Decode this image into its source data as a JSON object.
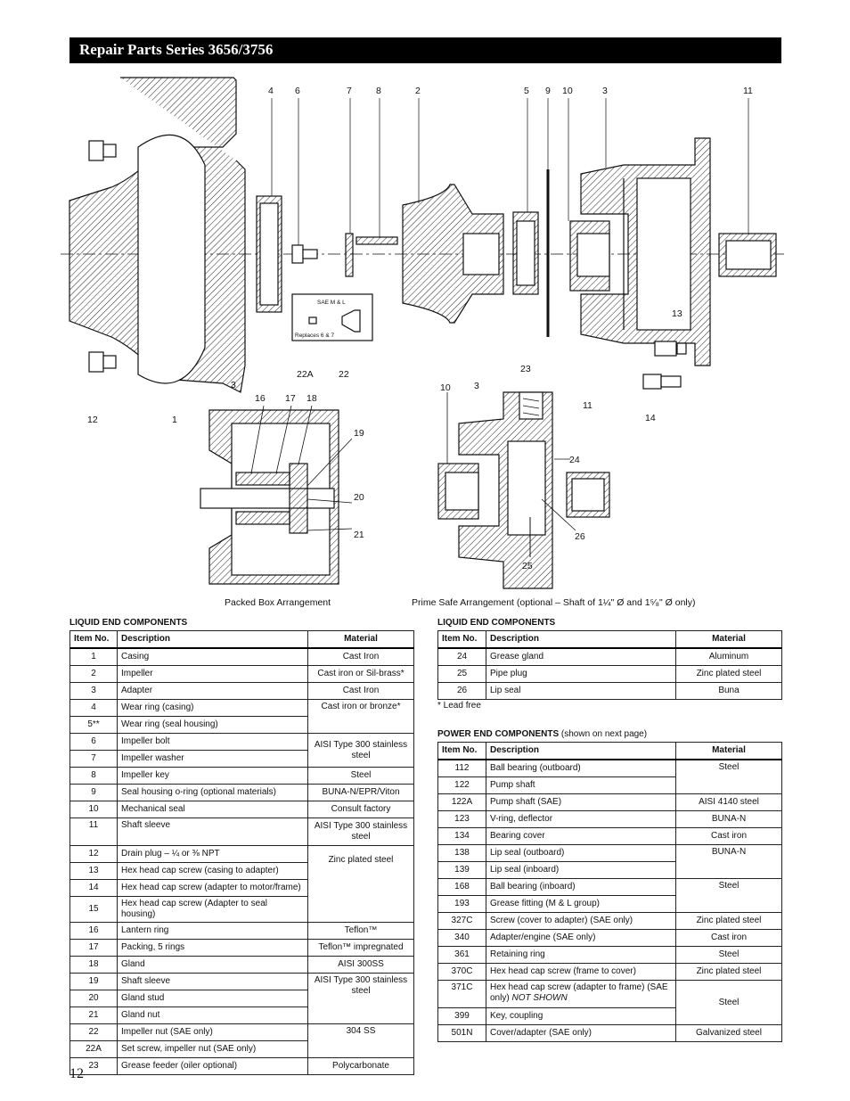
{
  "header": {
    "title": "Repair Parts Series 3656/3756"
  },
  "figure": {
    "callouts_top": [
      "4",
      "6",
      "7",
      "8",
      "2",
      "5",
      "9",
      "10",
      "3",
      "11"
    ],
    "callouts_main": [
      "13",
      "14",
      "22A",
      "22",
      "12",
      "1",
      "3",
      "SAE M & L",
      "Replaces 6 & 7"
    ],
    "callouts_packed": [
      "16",
      "17",
      "18",
      "19",
      "20",
      "21"
    ],
    "callouts_prime": [
      "10",
      "3",
      "23",
      "11",
      "24",
      "26",
      "25"
    ],
    "caption_packed": "Packed Box Arrangement",
    "caption_prime": "Prime Safe Arrangement (optional – Shaft of 1¼\" Ø and 1⁵⁄₈\" Ø only)"
  },
  "liquid_table_1": {
    "section_title": "LIQUID END COMPONENTS",
    "headers": [
      "Item No.",
      "Description",
      "Material"
    ],
    "rows": [
      {
        "item": "1",
        "desc": "Casing",
        "material": "Cast Iron"
      },
      {
        "item": "2",
        "desc": "Impeller",
        "material": "Cast iron or Sil-brass*"
      },
      {
        "item": "3",
        "desc": "Adapter",
        "material": "Cast Iron"
      },
      {
        "item": "4",
        "desc": "Wear ring (casing)",
        "material": "Cast iron or bronze*"
      },
      {
        "item": "5**",
        "desc": "Wear ring (seal housing)",
        "material": ""
      },
      {
        "item": "6",
        "desc": "Impeller bolt",
        "material": "AISI Type 300 stainless steel"
      },
      {
        "item": "7",
        "desc": "Impeller washer",
        "material": ""
      },
      {
        "item": "8",
        "desc": "Impeller key",
        "material": "Steel"
      },
      {
        "item": "9",
        "desc": "Seal housing o-ring (optional materials)",
        "material": "BUNA-N/EPR/Viton"
      },
      {
        "item": "10",
        "desc": "Mechanical seal",
        "material": "Consult factory"
      },
      {
        "item": "11",
        "desc": "Shaft sleeve",
        "material": "AISI Type 300 stainless steel"
      },
      {
        "item": "12",
        "desc": "Drain plug – ¼ or ⅜ NPT",
        "material": "Zinc plated steel"
      },
      {
        "item": "13",
        "desc": "Hex head cap screw (casing to adapter)",
        "material": ""
      },
      {
        "item": "14",
        "desc": "Hex head cap screw (adapter to motor/frame)",
        "material": ""
      },
      {
        "item": "15",
        "desc": "Hex head cap screw (Adapter to seal housing)",
        "material": ""
      },
      {
        "item": "16",
        "desc": "Lantern ring",
        "material": "Teflon™"
      },
      {
        "item": "17",
        "desc": "Packing, 5 rings",
        "material": "Teflon™ impregnated"
      },
      {
        "item": "18",
        "desc": "Gland",
        "material": "AISI 300SS"
      },
      {
        "item": "19",
        "desc": "Shaft sleeve",
        "material": "AISI Type 300 stainless steel"
      },
      {
        "item": "20",
        "desc": "Gland stud",
        "material": ""
      },
      {
        "item": "21",
        "desc": "Gland nut",
        "material": ""
      },
      {
        "item": "22",
        "desc": "Impeller nut (SAE only)",
        "material": "304 SS"
      },
      {
        "item": "22A",
        "desc": "Set screw, impeller nut (SAE only)",
        "material": ""
      },
      {
        "item": "23",
        "desc": "Grease feeder (oiler optional)",
        "material": "Polycarbonate"
      }
    ]
  },
  "liquid_table_2": {
    "section_title": "LIQUID END COMPONENTS",
    "headers": [
      "Item No.",
      "Description",
      "Material"
    ],
    "rows": [
      {
        "item": "24",
        "desc": "Grease gland",
        "material": "Aluminum"
      },
      {
        "item": "25",
        "desc": "Pipe plug",
        "material": "Zinc plated steel"
      },
      {
        "item": "26",
        "desc": "Lip seal",
        "material": "Buna"
      }
    ],
    "footnote": "* Lead free"
  },
  "power_table": {
    "section_title": "POWER END COMPONENTS",
    "section_note": "(shown on next page)",
    "headers": [
      "Item No.",
      "Description",
      "Material"
    ],
    "rows": [
      {
        "item": "112",
        "desc": "Ball bearing (outboard)",
        "material": "Steel"
      },
      {
        "item": "122",
        "desc": "Pump shaft",
        "material": ""
      },
      {
        "item": "122A",
        "desc": "Pump shaft (SAE)",
        "material": "AISI 4140 steel"
      },
      {
        "item": "123",
        "desc": "V-ring, deflector",
        "material": "BUNA-N"
      },
      {
        "item": "134",
        "desc": "Bearing cover",
        "material": "Cast iron"
      },
      {
        "item": "138",
        "desc": "Lip seal (outboard)",
        "material": "BUNA-N"
      },
      {
        "item": "139",
        "desc": "Lip seal (inboard)",
        "material": ""
      },
      {
        "item": "168",
        "desc": "Ball bearing (inboard)",
        "material": "Steel"
      },
      {
        "item": "193",
        "desc": "Grease fitting (M & L group)",
        "material": ""
      },
      {
        "item": "327C",
        "desc": "Screw (cover to adapter) (SAE only)",
        "material": "Zinc plated steel"
      },
      {
        "item": "340",
        "desc": "Adapter/engine (SAE only)",
        "material": "Cast iron"
      },
      {
        "item": "361",
        "desc": "Retaining ring",
        "material": "Steel"
      },
      {
        "item": "370C",
        "desc": "Hex head cap screw (frame to cover)",
        "material": "Zinc plated steel"
      },
      {
        "item": "371C",
        "desc": "Hex head cap screw (adapter to frame) (SAE only)",
        "desc_note": "NOT SHOWN",
        "material": "Steel"
      },
      {
        "item": "399",
        "desc": "Key, coupling",
        "material": ""
      },
      {
        "item": "501N",
        "desc": "Cover/adapter (SAE only)",
        "material": "Galvanized steel"
      }
    ]
  },
  "page_number": "12"
}
